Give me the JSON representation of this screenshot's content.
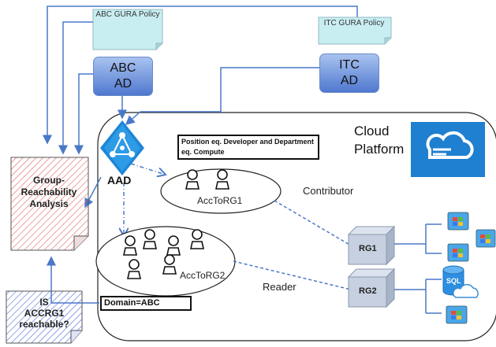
{
  "policies": {
    "abc": "ABC GURA Policy",
    "itc": "ITC GURA Policy"
  },
  "ads": {
    "abc_line1": "ABC",
    "abc_line2": "AD",
    "itc_line1": "ITC",
    "itc_line2": "AD"
  },
  "aad_label": "AAD",
  "cloud": {
    "line1": "Cloud",
    "line2": "Platform"
  },
  "condition_box": "Position eq. Developer and Department eq. Compute",
  "domain_box": "Domain=ABC",
  "groups": {
    "g1": "AccToRG1",
    "g2": "AccToRG2"
  },
  "roles": {
    "contributor": "Contributor",
    "reader": "Reader"
  },
  "resource_groups": {
    "rg1": "RG1",
    "rg2": "RG2"
  },
  "analysis": {
    "line1": "Group-",
    "line2": "Reachability",
    "line3": "Analysis"
  },
  "question": {
    "line1": "IS",
    "line2": "ACCRG1",
    "line3": "reachable?"
  },
  "sql_label": "SQL",
  "colors": {
    "accent_blue": "#4a78c8",
    "cloud_tile": "#1f7fd0",
    "rg_box": "#c6d0e0",
    "hatch_red": "#e05050"
  }
}
